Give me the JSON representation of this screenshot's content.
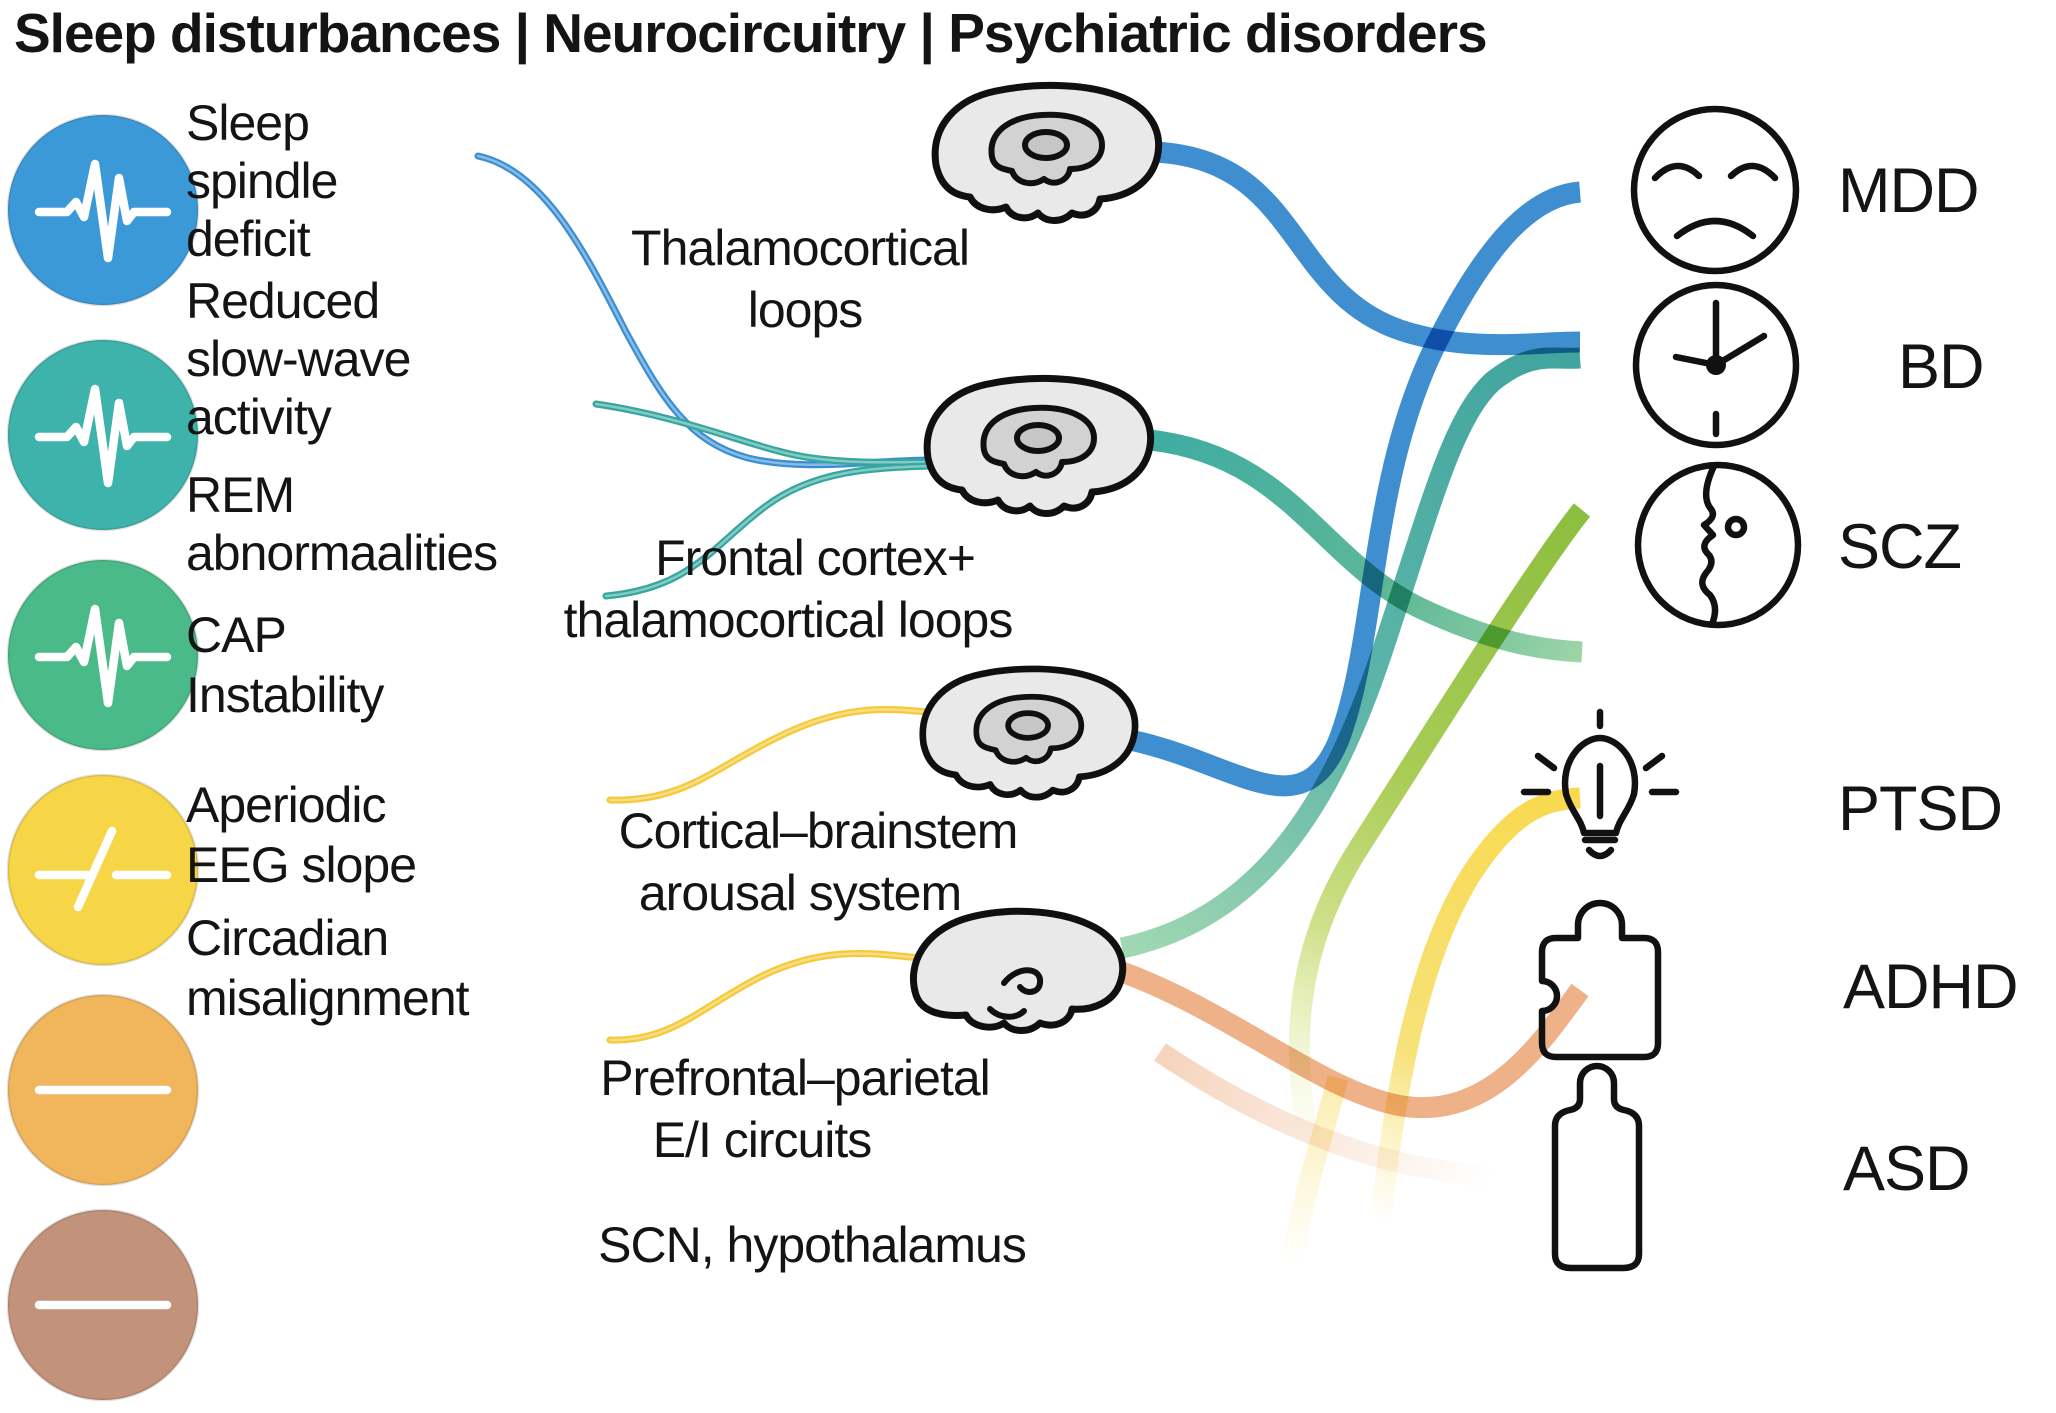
{
  "title": "Sleep disturbances | Neurocircuitry | Psychiatric disorders",
  "header": {
    "col1": "Sleep disturbances",
    "col2": "Neurocircuitry",
    "col3": "Psychiatric disorders",
    "separator": "|"
  },
  "sleep_disturbances": [
    {
      "label": "Sleep spindle deficit",
      "lines": [
        "Sleep",
        "spindle",
        "deficit"
      ],
      "color": "#3C99D8",
      "icon": "spindle-waveform-icon"
    },
    {
      "label": "Reduced slow-wave activity",
      "lines": [
        "Reduced",
        "slow-wave",
        "activity"
      ],
      "color": "#3EB3AB",
      "icon": "spindle-waveform-icon"
    },
    {
      "label": "REM abnormaalities",
      "lines": [
        "REM",
        "abnormaalities"
      ],
      "color": "#49BA88",
      "icon": "spindle-waveform-icon"
    },
    {
      "label": "CAP Instability",
      "lines": [
        "CAP",
        "Instability"
      ],
      "color": "#F6D546",
      "icon": "broken-line-icon"
    },
    {
      "label": "Aperiodic EEG slope",
      "lines": [
        "Aperiodic",
        "EEG slope"
      ],
      "color": "#F1B55C",
      "icon": "flat-line-icon"
    },
    {
      "label": "Circadian misalignment",
      "lines": [
        "Circadian",
        "misalignment"
      ],
      "color": "#C2927A",
      "icon": "flat-line-icon"
    }
  ],
  "neurocircuits": [
    {
      "label": "Thalamocortical loops",
      "lines": [
        "Thalamocortical",
        "loops"
      ],
      "icon": "brain-sagittal-icon"
    },
    {
      "label": "Frontal cortex+ thalamocortical loops",
      "lines": [
        "Frontal cortex+",
        "thalamocortical loops"
      ],
      "icon": "brain-sagittal-icon"
    },
    {
      "label": "Cortical–brainstem arousal system",
      "lines": [
        "Cortical–brainstem",
        "arousal system"
      ],
      "icon": "brain-sagittal-icon"
    },
    {
      "label": "Prefrontal–parietal E/I circuits",
      "lines": [
        "Prefrontal–parietal",
        "E/I circuits"
      ],
      "icon": "brain-lateral-icon"
    },
    {
      "label": "SCN, hypothalamus",
      "lines": [
        "SCN, hypothalamus"
      ],
      "icon": null
    }
  ],
  "disorders": [
    {
      "abbr": "MDD",
      "icon": "sad-face-icon"
    },
    {
      "abbr": "BD",
      "icon": "clock-icon"
    },
    {
      "abbr": "SCZ",
      "icon": "split-face-icon"
    },
    {
      "abbr": "PTSD",
      "icon": "light-bulb-icon"
    },
    {
      "abbr": "ADHD",
      "icon": "puzzle-piece-icon"
    },
    {
      "abbr": "ASD",
      "icon": "bottle-shape-icon"
    }
  ],
  "connections": [
    {
      "from": "Sleep spindle deficit",
      "to": "Frontal cortex+ thalamocortical loops",
      "color": "#3A8FD3"
    },
    {
      "from": "Reduced slow-wave activity",
      "to": "Frontal cortex+ thalamocortical loops",
      "color": "#35A79E"
    },
    {
      "from": "REM abnormaalities",
      "to": "Frontal cortex+ thalamocortical loops",
      "color": "#35A79E"
    },
    {
      "from": "CAP Instability",
      "to": "Cortical–brainstem arousal system",
      "color": "#F5C938"
    },
    {
      "from": "Aperiodic EEG slope",
      "to": "Prefrontal–parietal E/I circuits",
      "color": "#F5C938"
    },
    {
      "from": "Thalamocortical loops",
      "to": "BD",
      "color": "#2F84CC"
    },
    {
      "from": "Frontal cortex+ thalamocortical loops",
      "to": "SCZ",
      "color": "#35A79E→#97D2A2"
    },
    {
      "from": "Cortical–brainstem arousal system",
      "to": "MDD",
      "color": "#2F84CC"
    },
    {
      "from": "Prefrontal–parietal E/I circuits",
      "to": "BD",
      "color": "#9BD6AE→#35A099"
    },
    {
      "from": "SCN, hypothalamus",
      "to": "SCZ",
      "color": "#8CBE3F (fading tail)"
    },
    {
      "from": "SCN, hypothalamus",
      "to": "PTSD",
      "color": "#F8D94E (fading tail)"
    },
    {
      "from": "Prefrontal–parietal E/I circuits",
      "to": "ADHD",
      "color": "#EDA87A"
    }
  ],
  "palette": {
    "blue": "#3C99D8",
    "teal": "#3EB3AB",
    "green": "#49BA88",
    "yellow": "#F6D546",
    "orange": "#F1B55C",
    "brown": "#C2927A",
    "ribbon_blue": "#2F84CC",
    "ribbon_lime": "#8CBE3F",
    "ribbon_yellow": "#F8D94E",
    "ribbon_salmon": "#EDA87A",
    "text": "#141414",
    "background": "#FFFFFF"
  }
}
